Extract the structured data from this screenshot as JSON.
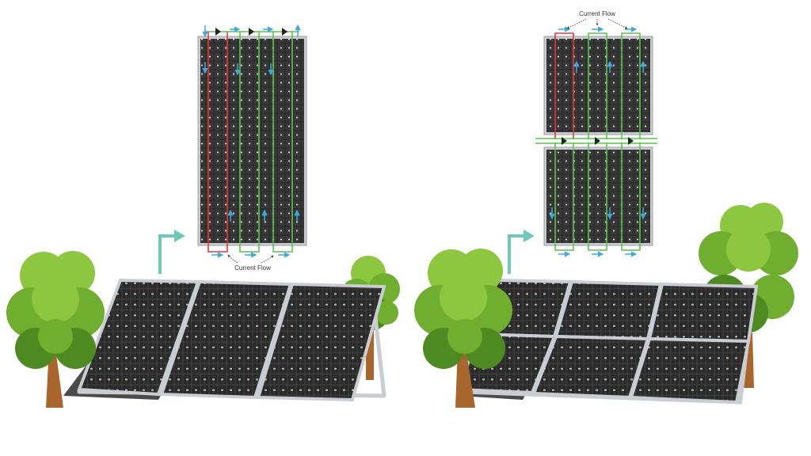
{
  "colors": {
    "cell": "#2b2b2b",
    "cell_dot": "#ffffff",
    "frame": "#c9ccd0",
    "frame_edge": "#9a9ea3",
    "string_red": "#e53935",
    "string_green": "#5cc44a",
    "flow_arrow": "#3fa9e0",
    "bypass_diode": "#222222",
    "callout_arrow": "#6fc9b6",
    "tree_foliage_light": "#8dc63f",
    "tree_foliage": "#6fae2e",
    "tree_foliage_dark": "#4e8a22",
    "trunk": "#a8652c",
    "ground_shadow": "#2a2a2a"
  },
  "icons": {
    "callout": "turn-right-arrow-icon",
    "flow": "arrow-right-icon",
    "diode": "diode-triangle-icon",
    "tree": "tree-icon"
  },
  "left_module": {
    "type": "full-cell panel",
    "current_flow_label": "Current Flow"
  },
  "right_module": {
    "type": "half-cut cell panel",
    "current_flow_label": "Current Flow"
  }
}
